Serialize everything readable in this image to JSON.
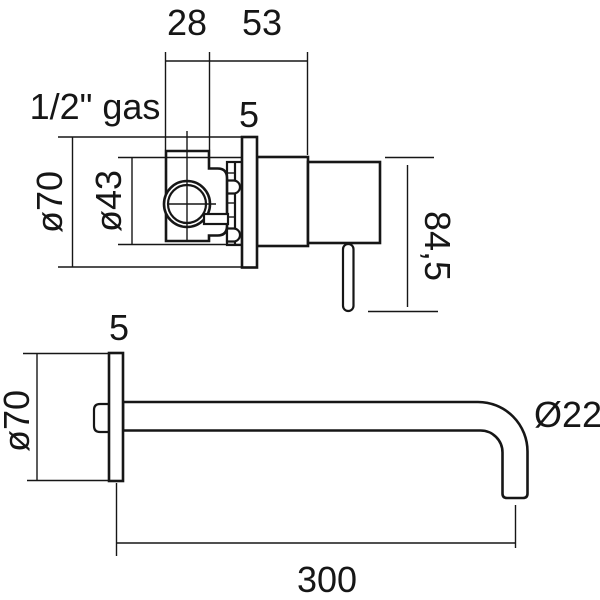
{
  "drawing": {
    "title": "wall-mounted-basin-mixer-technical-drawing",
    "colors": {
      "line": "#161616",
      "background": "#ffffff"
    },
    "top": {
      "dim28": "28",
      "dim53": "53",
      "thread": "1/2\" gas",
      "plate_thickness": "5",
      "plate_diameter": "ø70",
      "sleeve_diameter": "ø43",
      "height": "84,5"
    },
    "bottom": {
      "plate_thickness": "5",
      "plate_diameter": "ø70",
      "spout_diameter": "Ø22",
      "spout_length": "300"
    }
  }
}
